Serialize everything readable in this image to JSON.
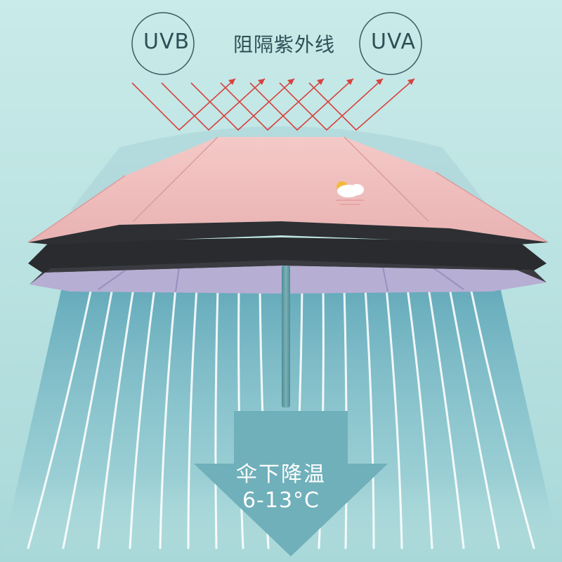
{
  "labels": {
    "uvb": "UVB",
    "block_uv": "阻隔紫外线",
    "uva": "UVA"
  },
  "arrow": {
    "line1": "伞下降温",
    "line2": "6-13°C"
  },
  "colors": {
    "background": "#bfe3e1",
    "canopy_pink": "#efc0bf",
    "black_layer": "#2a2b2e",
    "lavender_underside": "#b7aed3",
    "ray_red": "#d8413e",
    "arrow_fill": "#6fb0ba",
    "text_dark": "#2f4f56"
  }
}
